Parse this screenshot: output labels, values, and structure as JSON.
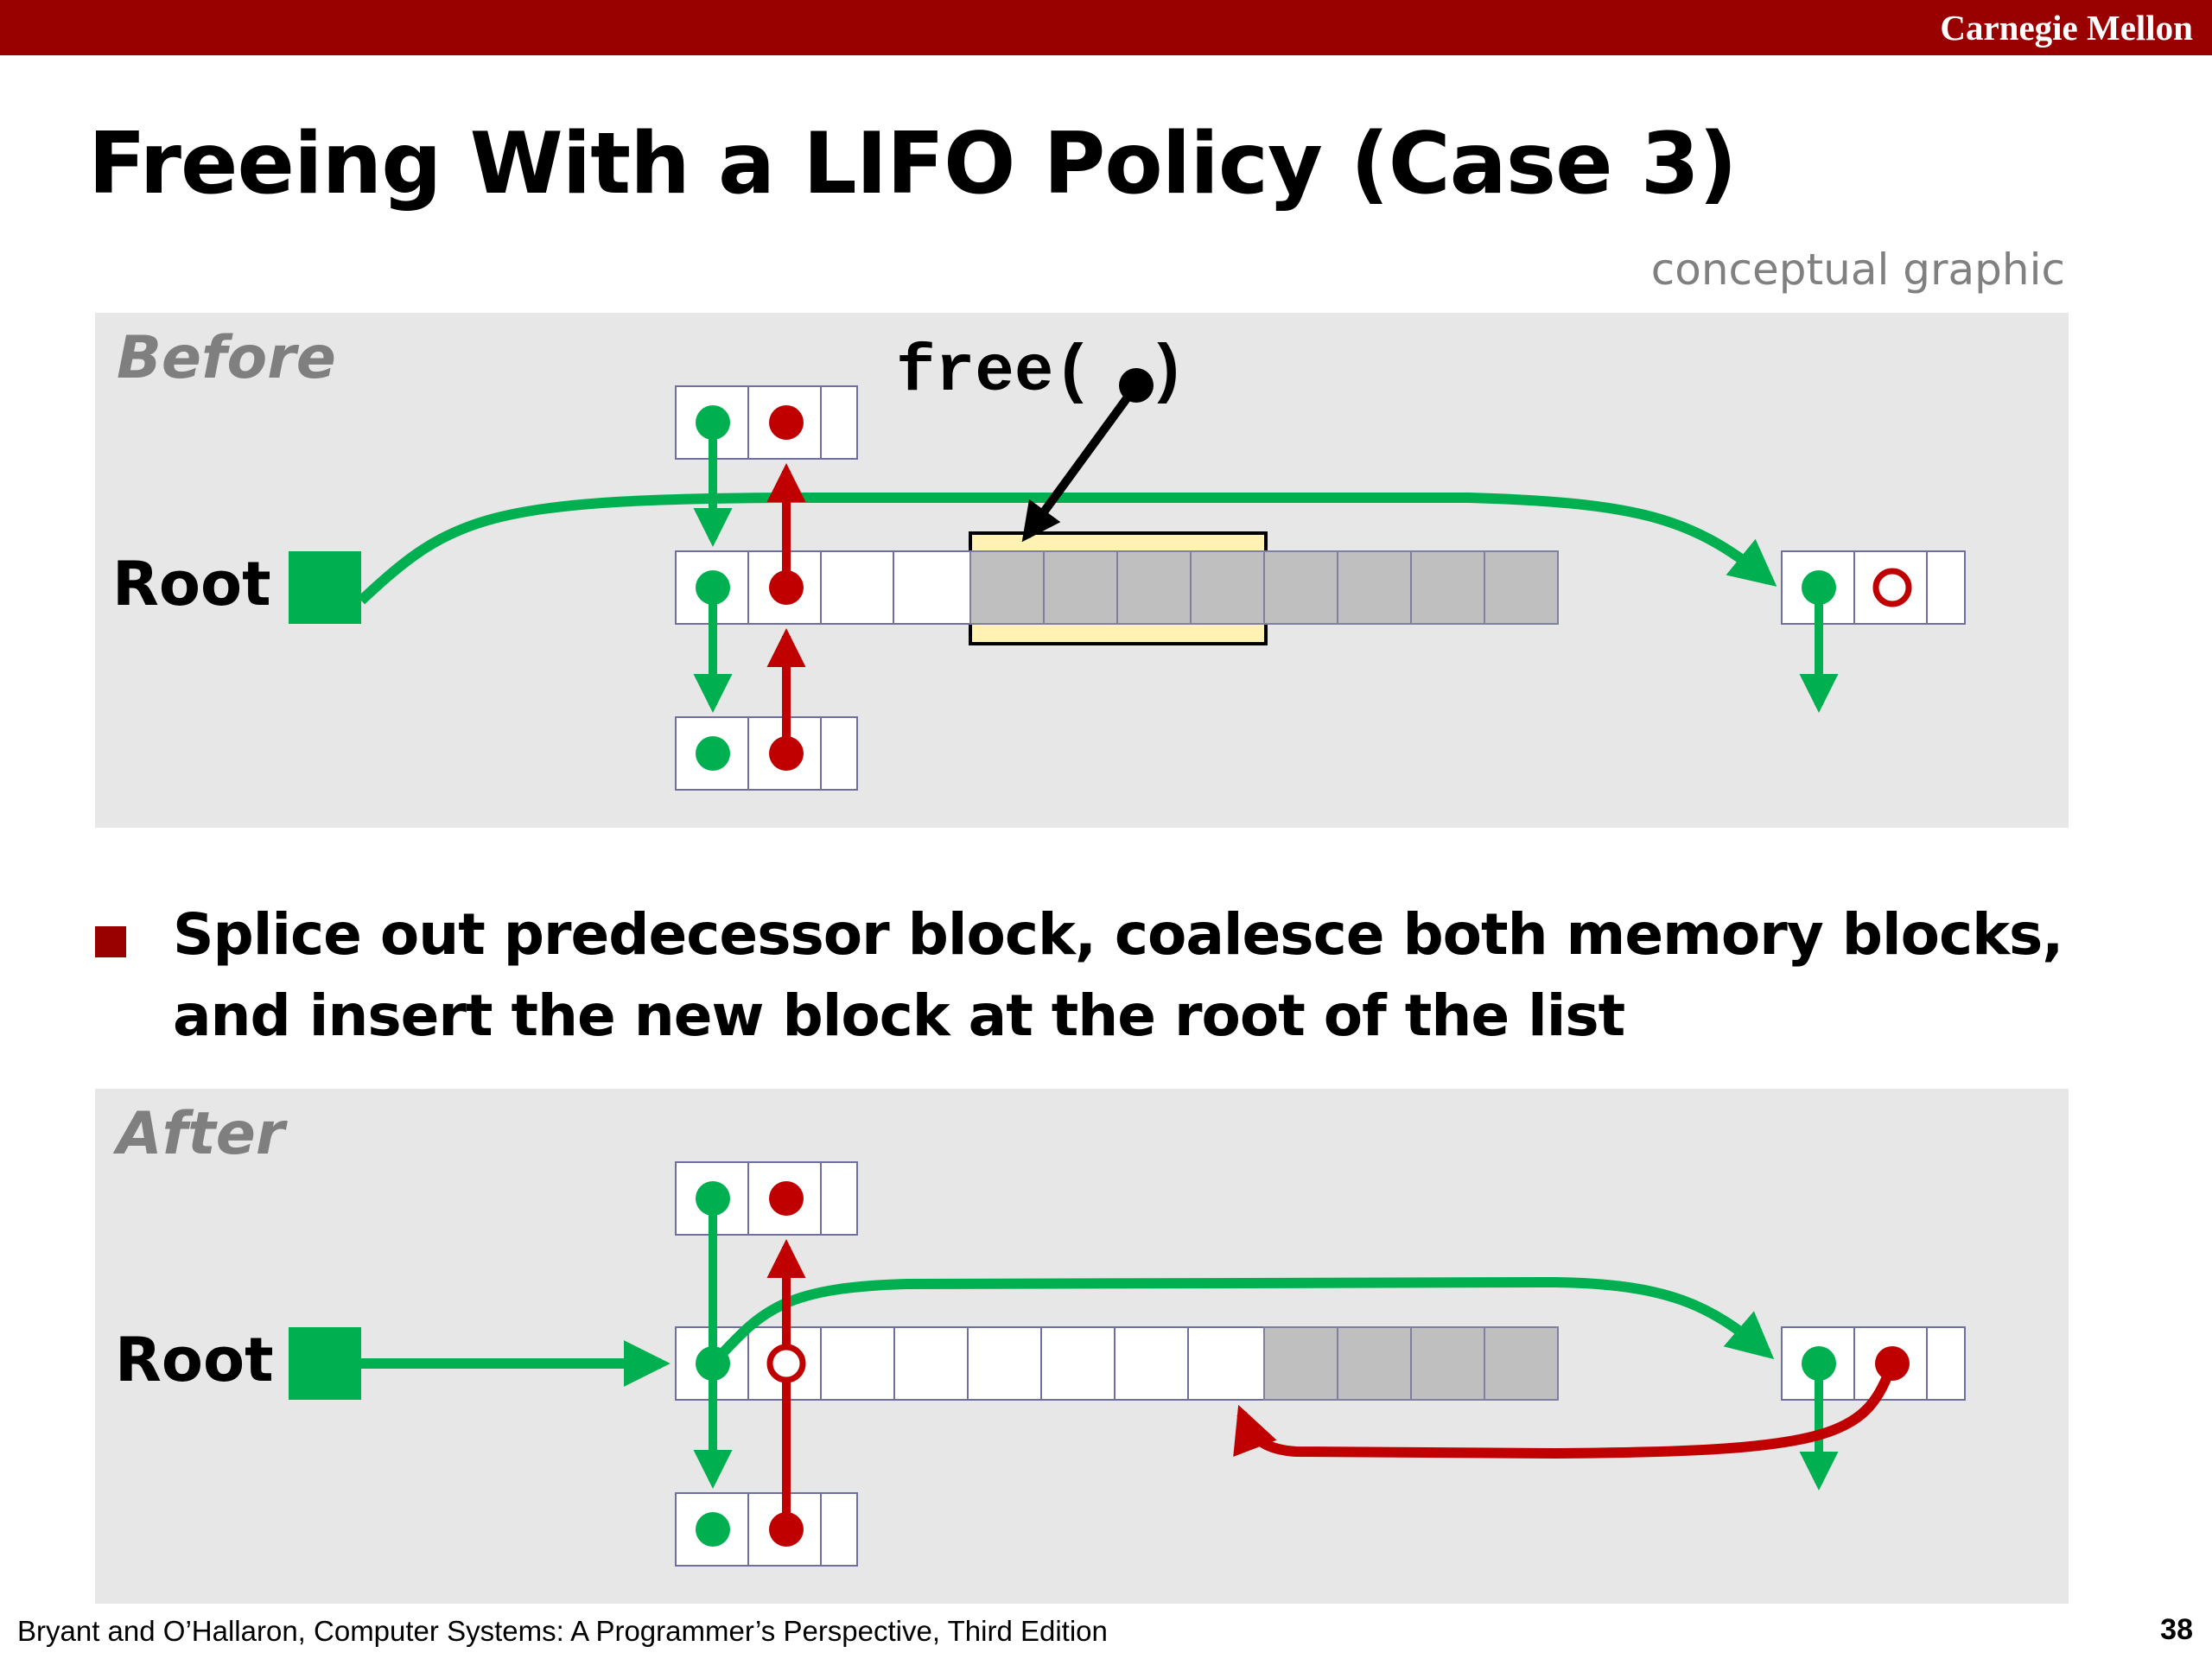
{
  "header": {
    "brand": "Carnegie Mellon"
  },
  "slide": {
    "title": "Freeing With a LIFO Policy (Case 3)",
    "subtitle": "conceptual graphic",
    "bullet": "Splice out predecessor block, coalesce both memory blocks, and insert the new block at the root of the list"
  },
  "diagram": {
    "before_label": "Before",
    "after_label": "After",
    "root_label": "Root",
    "call_label": "free(",
    "call_close": ")",
    "colors": {
      "next_pointer": "#00b050",
      "prev_pointer": "#c00000",
      "allocated_cell": "#bfbfbf",
      "freed_highlight": "#fff2b2",
      "free_cell": "#ffffff",
      "panel": "#e7e7e7"
    }
  },
  "footer": {
    "citation": "Bryant and O’Hallaron, Computer Systems: A Programmer’s Perspective, Third  Edition",
    "page": "38"
  }
}
